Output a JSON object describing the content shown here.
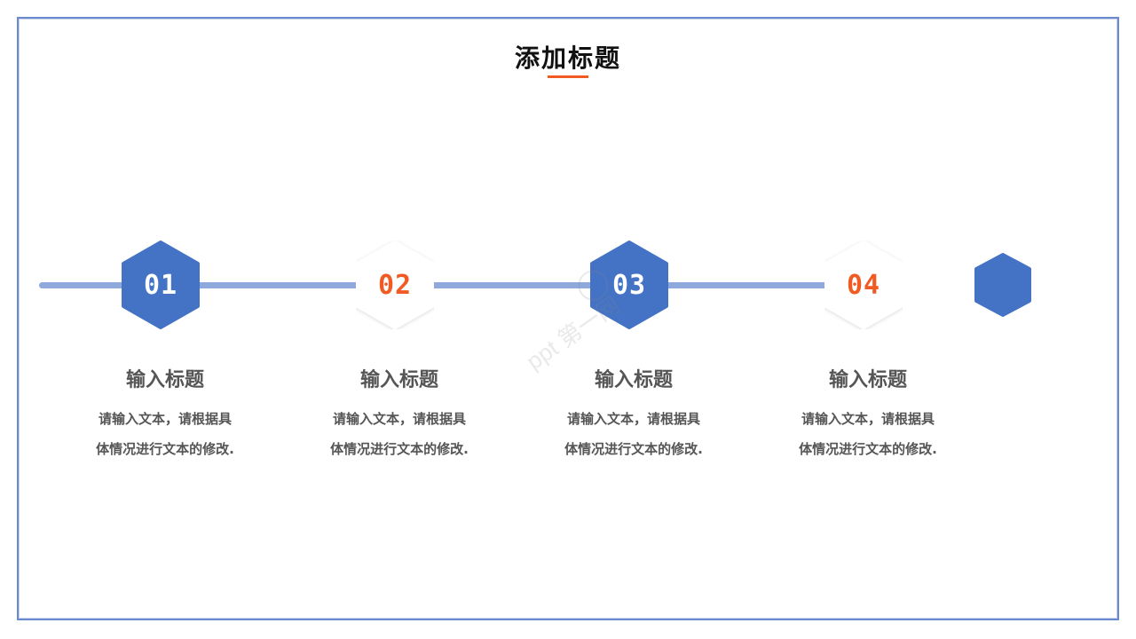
{
  "title": "添加标题",
  "accent_color": "#f15a22",
  "primary_color": "#4472c4",
  "watermark": "ppt 第一网",
  "steps": [
    {
      "number": "01",
      "style": "blue",
      "heading": "输入标题",
      "desc_line1": "请输入文本，请根据具",
      "desc_line2": "体情况进行文本的修改."
    },
    {
      "number": "02",
      "style": "white",
      "heading": "输入标题",
      "desc_line1": "请输入文本，请根据具",
      "desc_line2": "体情况进行文本的修改."
    },
    {
      "number": "03",
      "style": "blue",
      "heading": "输入标题",
      "desc_line1": "请输入文本，请根据具",
      "desc_line2": "体情况进行文本的修改."
    },
    {
      "number": "04",
      "style": "white",
      "heading": "输入标题",
      "desc_line1": "请输入文本，请根据具",
      "desc_line2": "体情况进行文本的修改."
    }
  ]
}
